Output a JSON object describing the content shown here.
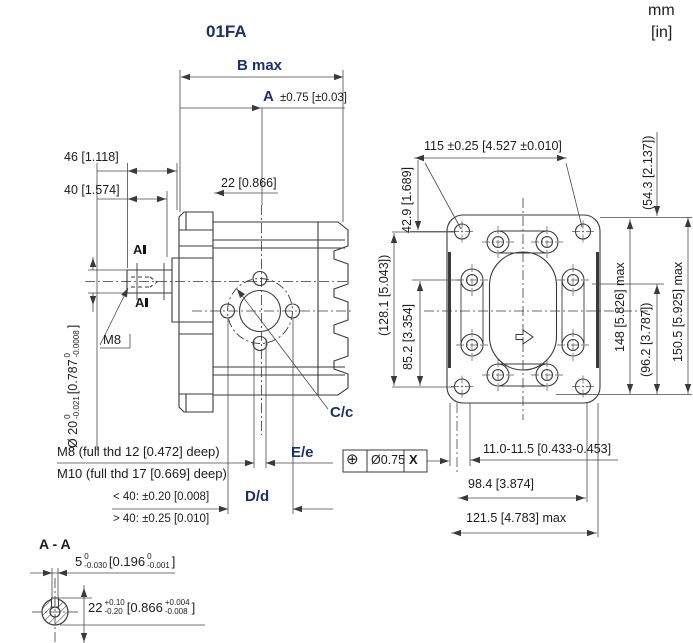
{
  "colors": {
    "accent": "#1c2f6e",
    "line": "#3a3a3a"
  },
  "units": {
    "metric": "mm",
    "imperial": "[in]"
  },
  "title": "01FA",
  "side_view": {
    "dim_b_max": "B max",
    "dim_a_label": "A",
    "dim_a_tol": "±0.75 [±0.03]",
    "dim_46": "46 [1.118]",
    "dim_40": "40 [1.574]",
    "dim_22": "22 [0.866]",
    "section_mark": "A",
    "m8_label": "M8",
    "shaft_dia": {
      "prefix": "Ø 20",
      "tol_up": "0",
      "tol_dn": "-0.021",
      "inch_prefix": "[0.787",
      "inch_up": "0",
      "inch_dn": "-0.0008",
      "suffix": "]"
    },
    "note_m8": "M8 (full thd 12 [0.472] deep)",
    "note_m10": "M10 (full thd 17 [0.669] deep)",
    "note_lt": "< 40: ±0.20 [0.008]",
    "note_gt": "> 40: ±0.25 [0.010]",
    "label_c": "C/c",
    "label_e": "E/e",
    "label_d": "D/d"
  },
  "rear_view": {
    "dim_115": "115 ±0.25 [4.527 ±0.010]",
    "dim_42_9": "42.9 [1.689]",
    "dim_54_3": "(54.3 [2.137])",
    "dim_128_1": "(128.1 [5.043])",
    "dim_85_2": "85.2 [3.354]",
    "dim_148": "148 [5.826] max",
    "dim_96_2": "(96.2 [3.787])",
    "dim_150_5": "150.5 [5.925] max",
    "tol_symbol": "⊕",
    "tol_value": "Ø0.75",
    "tol_datum": "X",
    "dim_11": "11.0-11.5 [0.433-0.453]",
    "dim_98_4": "98.4 [3.874]",
    "dim_121_5": "121.5 [4.783] max"
  },
  "section_view": {
    "title": "A - A",
    "dim_5": {
      "value": "5",
      "tol_up": "0",
      "tol_dn": "-0.030",
      "inch_value": "[0.196",
      "inch_up": "0",
      "inch_dn": "-0.001",
      "suffix": "]"
    },
    "dim_22": {
      "value": "22",
      "tol_up": "+0.10",
      "tol_dn": "-0.20",
      "inch_value": "[0.866",
      "inch_up": "+0.004",
      "inch_dn": "-0.008",
      "suffix": "]"
    }
  }
}
